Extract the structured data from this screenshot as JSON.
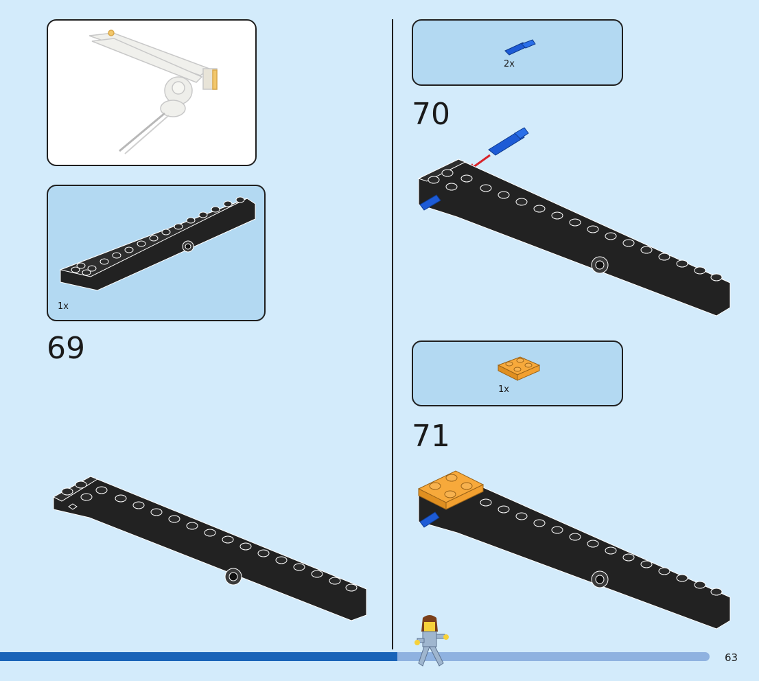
{
  "progress": {
    "fraction": 0.56
  },
  "page": {
    "number": "63"
  },
  "steps": {
    "s69": {
      "number": "69",
      "part_qty": "1x"
    },
    "s70": {
      "number": "70",
      "part_qty": "2x"
    },
    "s71": {
      "number": "71",
      "part_qty": "1x"
    }
  },
  "colors": {
    "background": "#d3ebfb",
    "parts_box": "#b3d9f2",
    "brick_black": "#222222",
    "pin_blue": "#1d5bd6",
    "plate_orange": "#f7a93b",
    "arrow_red": "#d8232a"
  }
}
